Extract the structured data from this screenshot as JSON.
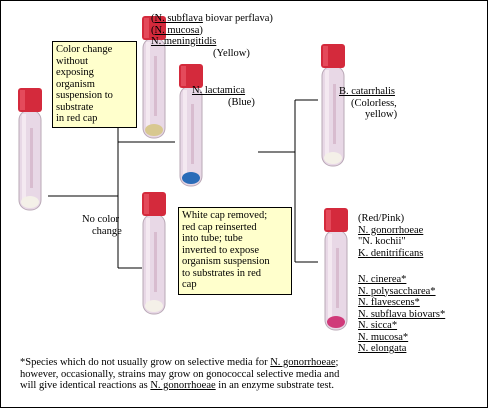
{
  "left_box_lines": [
    "Color change",
    "without",
    "exposing",
    "organism",
    "suspension to",
    "substrate",
    "in red cap"
  ],
  "no_color_change": [
    "No color",
    "change"
  ],
  "white_cap_box_lines": [
    "White cap removed;",
    "red cap reinserted",
    "into tube; tube",
    "inverted to expose",
    "organism suspension",
    "to substrates in red",
    "cap"
  ],
  "yellow_group": {
    "species": [
      "N. subflava",
      "N. mucosa",
      "N. meningitidis"
    ],
    "suffix": " biovar perflava)",
    "prefix": "(",
    "color": "(Yellow)"
  },
  "blue_group": {
    "species": "N. lactamica",
    "color": "(Blue)"
  },
  "colorless_group": {
    "species": "B. catarrhalis",
    "color_line1": "(Colorless,",
    "color_line2": "yellow)"
  },
  "red_group": {
    "color": "(Red/Pink)",
    "species": [
      "N. gonorrhoeae",
      "\"N. kochii\"",
      "K. denitrificans"
    ]
  },
  "star_group": {
    "species": [
      "N. cinerea*",
      "N. polysaccharea*",
      "N. flavescens*",
      "N. subflava biovars*",
      "N. sicca*",
      "N. mucosa*",
      "N. elongata"
    ]
  },
  "footnote": {
    "line1_pre": "*Species which do not usually grow on selective media for ",
    "line1_species": "N. gonorrhoeae",
    "line1_post": ";",
    "line2": "however, occasionally, strains may grow on gonococcal selective media and",
    "line3_pre": "will give identical reactions as ",
    "line3_species": "N. gonorrhoeae",
    "line3_post": " in an enzyme substrate test."
  },
  "colors": {
    "cap_red": "#d42a3c",
    "tube_body": "#e8d8e6",
    "note_bg": "#ffffcc",
    "yellow_pellet": "#d8c890",
    "blue_pellet": "#2a6cb8",
    "red_pellet": "#d03a7a",
    "white_pellet": "#f4f0e8"
  }
}
